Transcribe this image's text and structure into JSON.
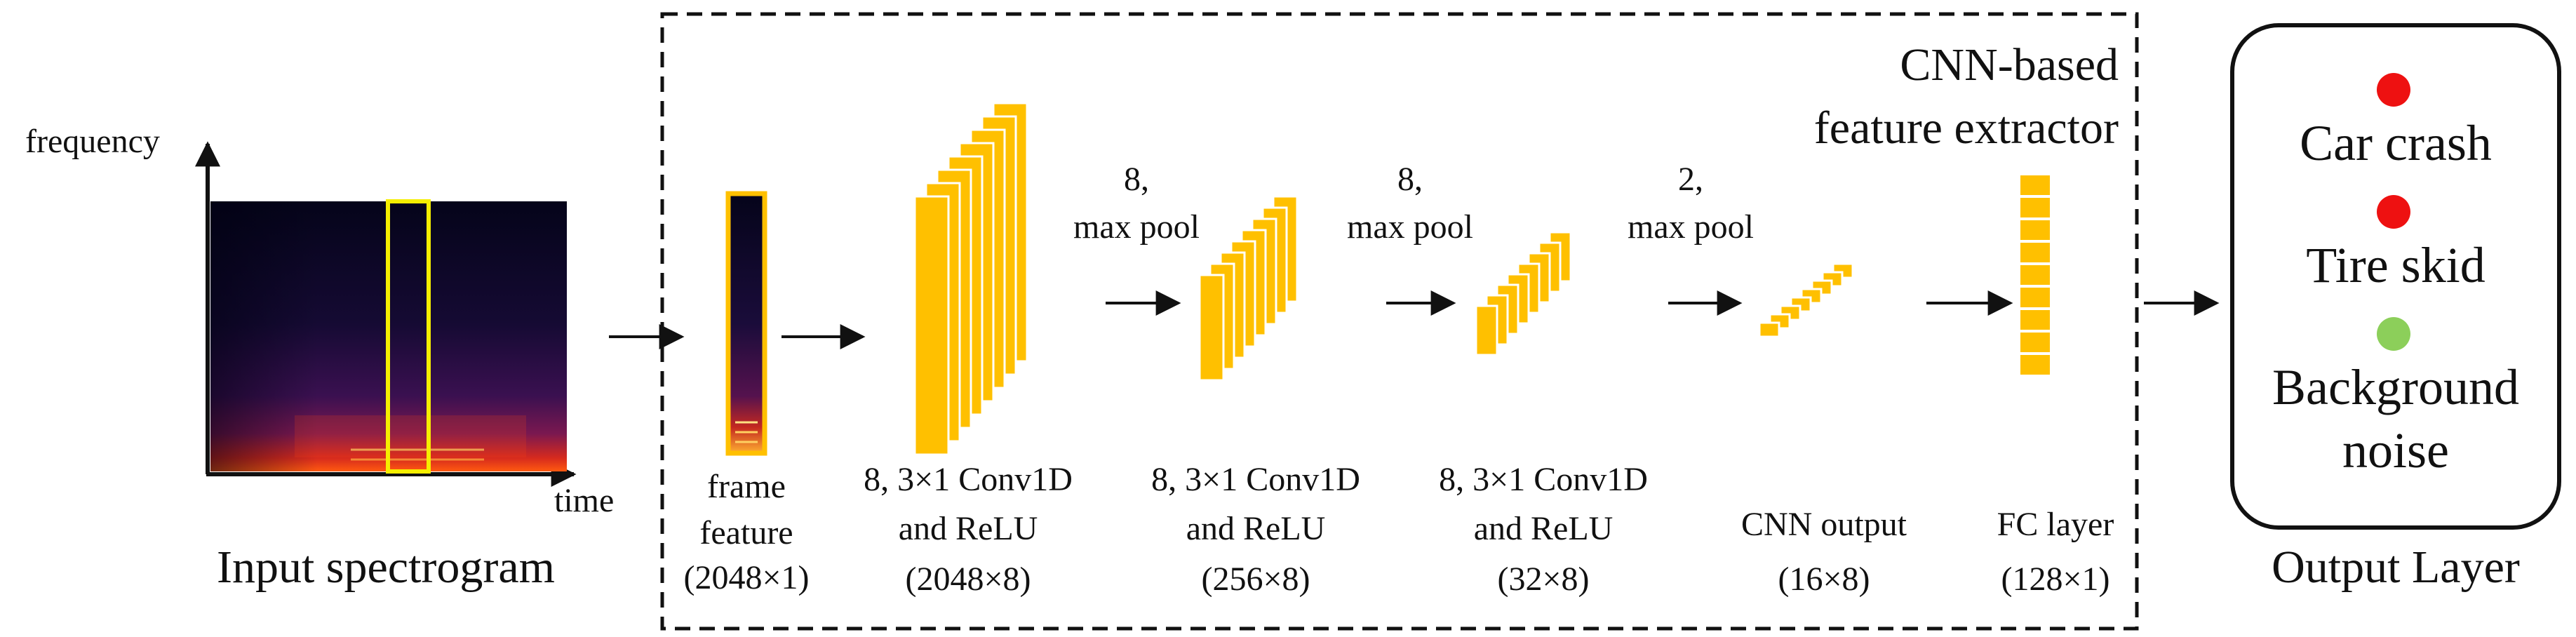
{
  "spectrogram": {
    "y_axis_label": "frequency",
    "x_axis_label": "time",
    "caption": "Input spectrogram"
  },
  "frame_feature": {
    "line1": "frame",
    "line2": "feature",
    "shape": "(2048×1)"
  },
  "extractor": {
    "title_line1": "CNN-based",
    "title_line2": "feature extractor",
    "stages": [
      {
        "label_line1": "8, 3×1 Conv1D",
        "label_line2": "and ReLU",
        "shape": "(2048×8)"
      },
      {
        "label_line1": "8, 3×1 Conv1D",
        "label_line2": "and ReLU",
        "shape": "(256×8)"
      },
      {
        "label_line1": "8, 3×1 Conv1D",
        "label_line2": "and ReLU",
        "shape": "(32×8)"
      }
    ],
    "pools": [
      {
        "line1": "8,",
        "line2": "max pool"
      },
      {
        "line1": "8,",
        "line2": "max pool"
      },
      {
        "line1": "2,",
        "line2": "max pool"
      }
    ],
    "cnn_output": {
      "label": "CNN output",
      "shape": "(16×8)"
    },
    "fc_layer": {
      "label": "FC layer",
      "shape": "(128×1)"
    }
  },
  "output_layer": {
    "caption": "Output Layer",
    "classes": [
      {
        "line1": "Car crash",
        "line2": "",
        "color": "#ee1111"
      },
      {
        "line1": "Tire  skid",
        "line2": "",
        "color": "#ee1111"
      },
      {
        "line1": "Background",
        "line2": "noise",
        "color": "#8ccf5a"
      }
    ]
  },
  "colors": {
    "layer_fill": "#ffc000",
    "highlight": "#ffff00",
    "spectrogram_bg": "#07051c"
  }
}
